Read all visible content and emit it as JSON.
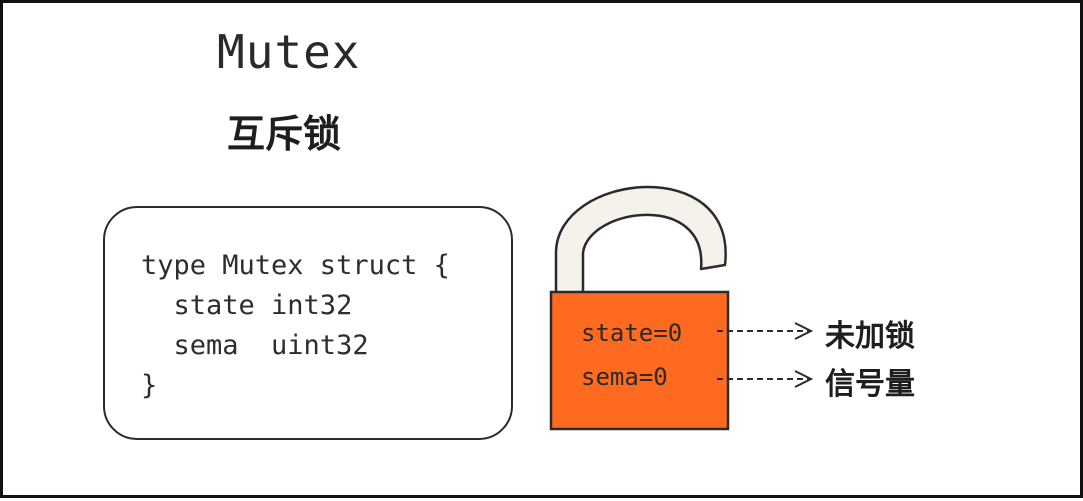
{
  "title": "Mutex",
  "subtitle": "互斥锁",
  "code": {
    "lines": [
      "type Mutex struct {",
      "  state int32",
      "  sema  uint32",
      "}"
    ]
  },
  "lock": {
    "color": "#ff6a21",
    "shackle_color": "#f6f1ea",
    "fields": [
      {
        "text": "state=0",
        "label": "未加锁"
      },
      {
        "text": "sema=0",
        "label": "信号量"
      }
    ]
  }
}
